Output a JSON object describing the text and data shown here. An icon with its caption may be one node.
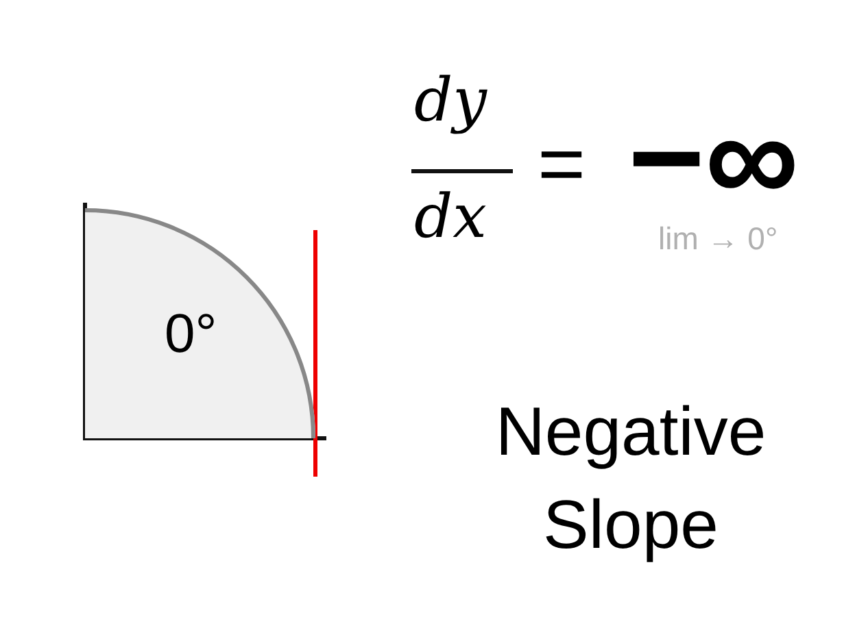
{
  "diagram": {
    "nodes": [
      {
        "text": [
          "0°"
        ]
      }
    ],
    "edges": [],
    "labels": [
      "dy",
      "dx",
      "=",
      "−∞",
      "lim → 0°",
      "Negative Slope"
    ]
  }
}
